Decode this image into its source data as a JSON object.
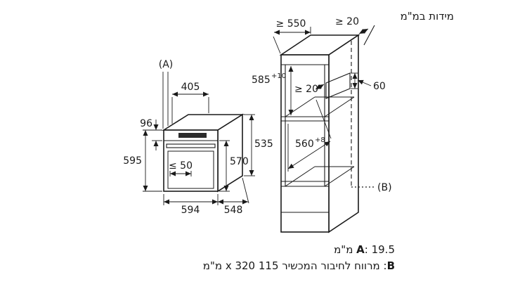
{
  "title": "מידות במ\"מ",
  "oven_dims": {
    "a_ref": "(A)",
    "top_width": "405",
    "panel_height": "96",
    "height": "595",
    "handle_gap": "≤ 50",
    "door_height": "570",
    "body_height": "535",
    "width": "594",
    "depth": "548"
  },
  "cabinet_dims": {
    "min_depth": "≥ 550",
    "rear_gap_top": "≥ 20",
    "niche_height": "585",
    "niche_height_tol": "+10",
    "rear_gap_inner": "≥ 20",
    "vent_height": "60",
    "niche_depth": "560",
    "niche_depth_tol": "+8",
    "b_ref": "(B)"
  },
  "legend": {
    "a_key": "A",
    "a_text": ": 19.5 מ\"מ",
    "b_key": "B",
    "b_text": ": מרווח לחיבור המכשיר 115 x 320 מ\"מ"
  }
}
